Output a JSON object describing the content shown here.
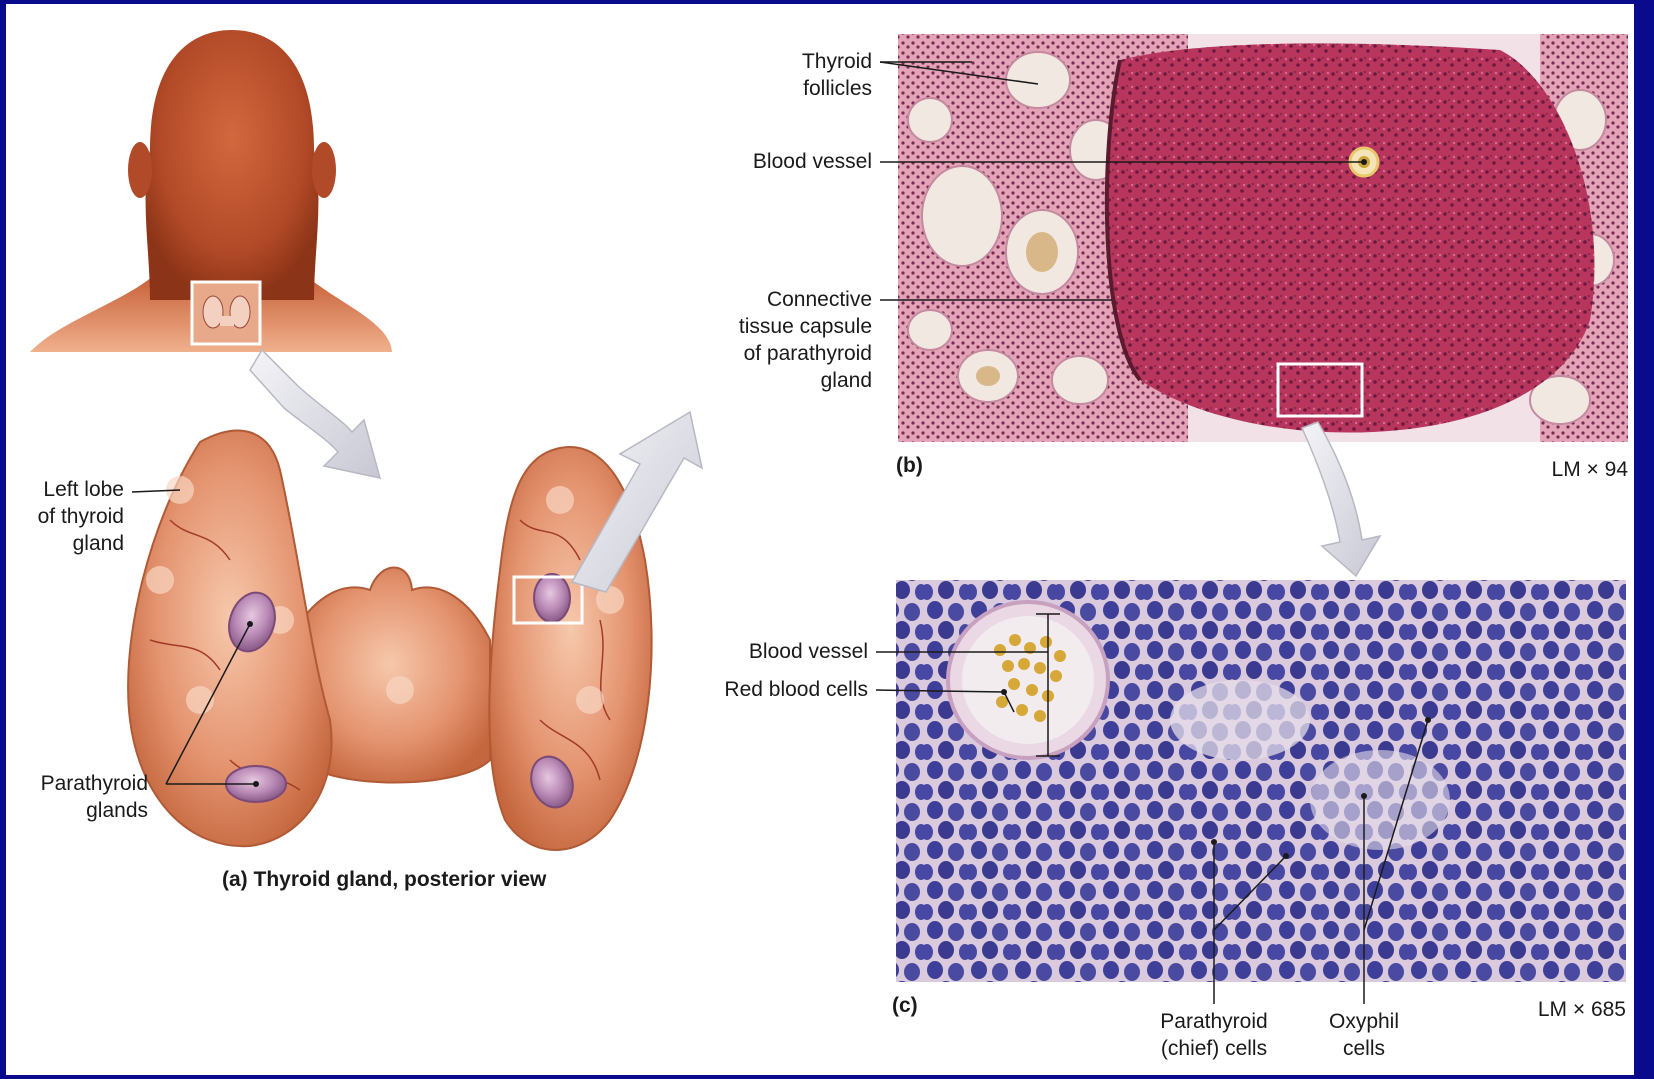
{
  "panel_a": {
    "caption": "(a) Thyroid gland, posterior view",
    "left_lobe_label": [
      "Left lobe",
      "of thyroid",
      "gland"
    ],
    "parathyroid_label": [
      "Parathyroid",
      "glands"
    ]
  },
  "panel_b": {
    "tag": "(b)",
    "magnification": "LM × 94",
    "thyroid_follicles_label": [
      "Thyroid",
      "follicles"
    ],
    "blood_vessel_label": "Blood vessel",
    "capsule_label": [
      "Connective",
      "tissue capsule",
      "of parathyroid",
      "gland"
    ]
  },
  "panel_c": {
    "tag": "(c)",
    "magnification": "LM × 685",
    "blood_vessel_label": "Blood vessel",
    "red_blood_cells_label": "Red blood cells",
    "chief_cells_label": [
      "Parathyroid",
      "(chief) cells"
    ],
    "oxyphil_label": [
      "Oxyphil",
      "cells"
    ]
  },
  "colors": {
    "border": "#0a0a8c",
    "skin": "#c85a36",
    "gland": "#e89a78",
    "parathyroid": "#b07aa8",
    "histo_b": "#b8365e",
    "histo_c_bg": "#d8c8e0",
    "nucleus": "#3e3f98"
  }
}
